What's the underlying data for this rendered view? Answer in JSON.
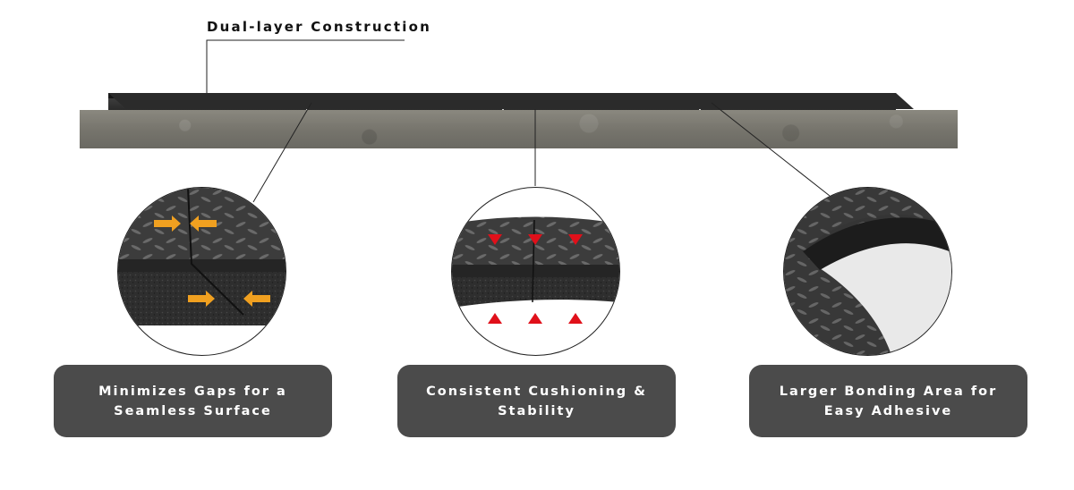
{
  "heading": "Dual-layer Construction",
  "features": [
    {
      "label": "Minimizes Gaps for a Seamless Surface",
      "icon": "gap-closing-arrows-icon"
    },
    {
      "label": "Consistent Cushioning & Stability",
      "icon": "cushion-pressure-arrows-icon"
    },
    {
      "label": "Larger Bonding Area for Easy Adhesive",
      "icon": "peeled-backing-icon"
    }
  ],
  "colors": {
    "label_background": "#4b4b4b",
    "label_text": "#ffffff",
    "arrow_orange": "#f0a020",
    "arrow_red": "#e0101a",
    "mat_dark": "#2a2a2a",
    "concrete": "#7d7b73"
  }
}
